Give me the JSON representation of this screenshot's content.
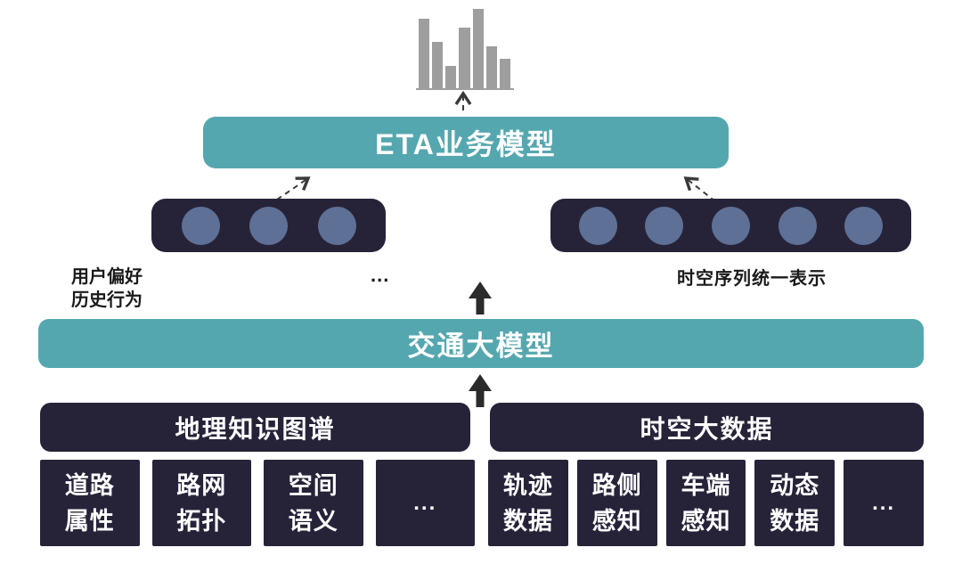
{
  "colors": {
    "teal": "#55a7af",
    "navy": "#262339",
    "circle": "#5e7095",
    "bar_gray": "#9e9e9e",
    "arrow_dark": "#2b2b2b",
    "dash": "#3a3a3a"
  },
  "chart_data": {
    "type": "bar",
    "values": [
      78,
      52,
      25,
      68,
      89,
      47,
      33
    ],
    "title": "",
    "xlabel": "",
    "ylabel": "",
    "note": "decorative gray output histogram above ETA model bar"
  },
  "eta_label": "ETA业务模型",
  "model_label": "交通大模型",
  "token_rows": {
    "left": {
      "circles": 3
    },
    "right": {
      "circles": 5
    }
  },
  "labels": {
    "left_line1": "用户偏好",
    "left_line2": "历史行为",
    "middle_ellipsis": "...",
    "right": "时空序列统一表示"
  },
  "groups": [
    {
      "header": "地理知识图谱",
      "items": [
        [
          "道路",
          "属性"
        ],
        [
          "路网",
          "拓扑"
        ],
        [
          "空间",
          "语义"
        ],
        [
          "..."
        ]
      ]
    },
    {
      "header": "时空大数据",
      "items": [
        [
          "轨迹",
          "数据"
        ],
        [
          "路侧",
          "感知"
        ],
        [
          "车端",
          "感知"
        ],
        [
          "动态",
          "数据"
        ],
        [
          "..."
        ]
      ]
    }
  ]
}
